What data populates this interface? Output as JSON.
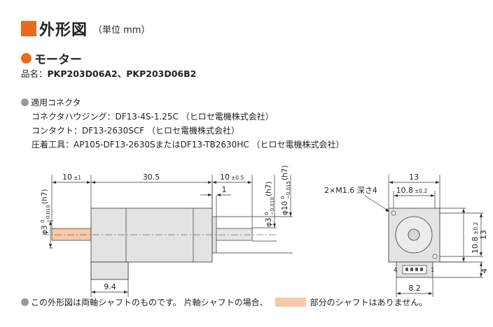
{
  "title": {
    "main": "外形図",
    "unit": "（単位 mm）"
  },
  "motor": {
    "heading": "モーター",
    "product_label": "品名：",
    "product_models": "PKP203D06A2、PKP203D06B2"
  },
  "connector": {
    "heading": "適用コネクタ",
    "housing": "コネクタハウジング：DF13-4S-1.25C （ヒロセ電機株式会社）",
    "contact": "コンタクト：DF13-2630SCF （ヒロセ電機株式会社）",
    "tool": "圧着工具：AP105-DF13-2630SまたはDF13-TB2630HC （ヒロセ電機株式会社）"
  },
  "side_view": {
    "dim_shaft_left": "10",
    "tol_shaft_left": "±1",
    "dim_body": "30.5",
    "dim_shaft_right": "10",
    "tol_shaft_right": "±0.5",
    "dim_pilot": "1",
    "dim_connector": "9.4",
    "shaft_dia_left": "φ3",
    "shaft_dia_left_tol_top": "0",
    "shaft_dia_left_tol_bottom": "−0.010",
    "shaft_dia_left_fit": "(h7)",
    "shaft_dia_right": "φ3",
    "shaft_dia_right_tol_top": "0",
    "shaft_dia_right_tol_bottom": "−0.010",
    "shaft_dia_right_fit": "(h7)",
    "pilot_dia": "φ10",
    "pilot_dia_tol_top": "0",
    "pilot_dia_tol_bottom": "−0.015",
    "pilot_dia_fit": "(h7)"
  },
  "front_view": {
    "dim_width": "13",
    "holes": "2×M1.6 深さ4",
    "dim_pitch": "10.8",
    "tol_pitch": "±0.2",
    "dim_pitch_v": "10.8",
    "tol_pitch_v": "±0.2",
    "dim_height": "13",
    "dim_conn_h": "4",
    "dim_conn_w": "8.2",
    "pin_left": "4",
    "pin_right": "1"
  },
  "footer": {
    "text1": "この外形図は両軸シャフトのものです。 片軸シャフトの場合、",
    "text2": "部分のシャフトはありません。"
  }
}
